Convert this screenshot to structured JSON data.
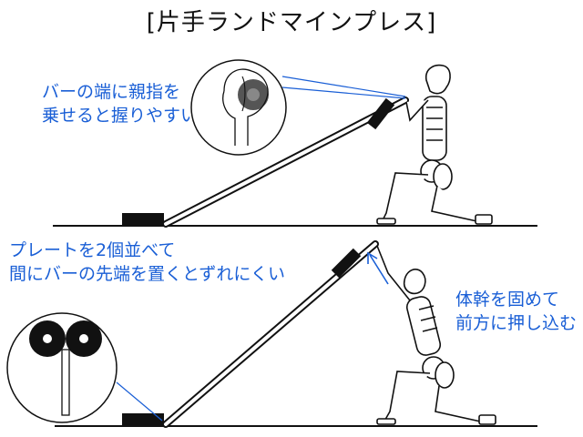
{
  "title": "[片手ランドマインプレス]",
  "notes": {
    "thumb": [
      "バーの端に親指を",
      "乗せると握りやすい"
    ],
    "plates": [
      "プレートを2個並べて",
      "間にバーの先端を置くとずれにくい"
    ],
    "core": [
      "体幹を固めて",
      "前方に押し込む"
    ]
  },
  "colors": {
    "annotation": "#1a5fd6",
    "line": "#111111",
    "fill": "#ffffff"
  }
}
